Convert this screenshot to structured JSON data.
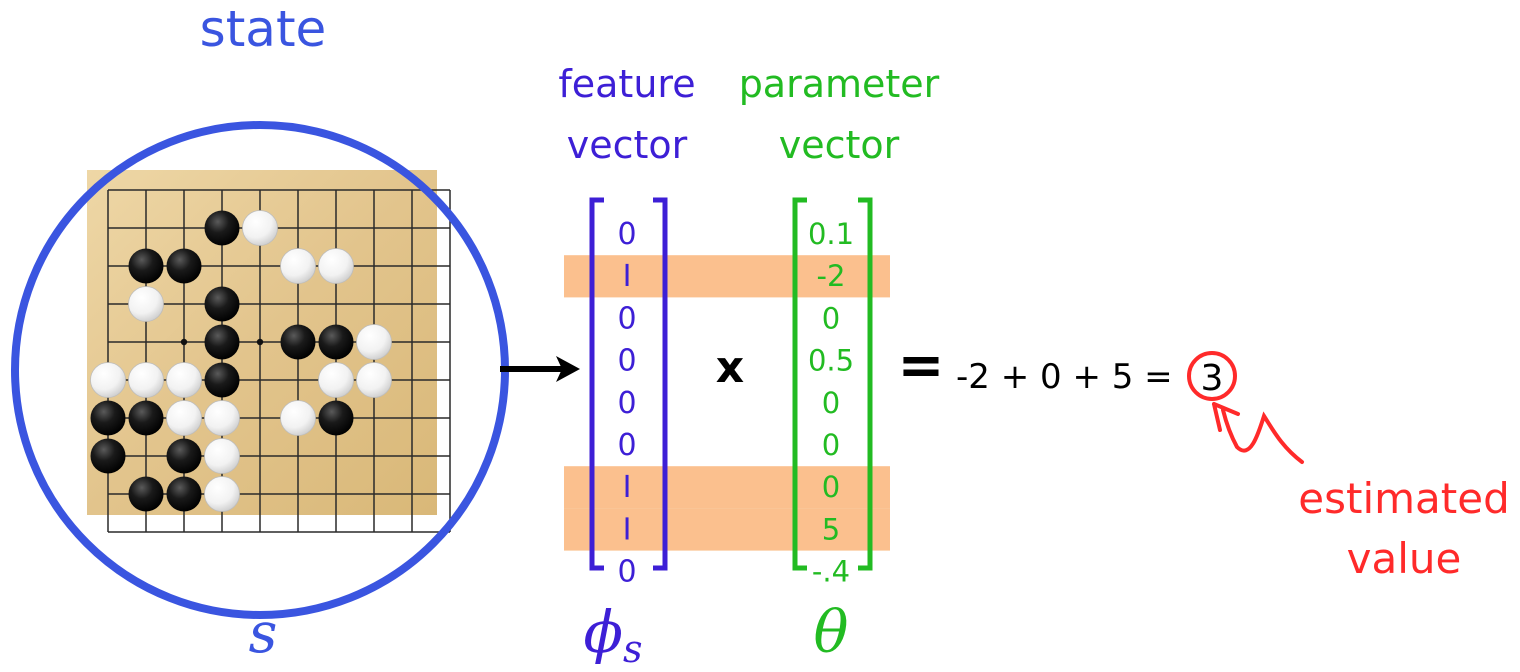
{
  "title": "state",
  "state_symbol": "s",
  "feature_header": [
    "feature",
    "vector"
  ],
  "parameter_header": [
    "parameter",
    "vector"
  ],
  "phi_symbol": "ϕ",
  "phi_subscript": "s",
  "theta_symbol": "θ",
  "multiply_sign": "x",
  "equals_sign": "=",
  "expression": "-2 + 0 + 5 =",
  "result": "3",
  "estimated_label": [
    "estimated",
    "value"
  ],
  "feature_vector": [
    "0",
    "I",
    "0",
    "0",
    "0",
    "0",
    "I",
    "I",
    "0"
  ],
  "parameter_vector": [
    "0.1",
    "-2",
    "0",
    "0.5",
    "0",
    "0",
    "0",
    "5",
    "-.4"
  ],
  "highlighted_rows": [
    1,
    6,
    7
  ],
  "colors": {
    "blue": "#3a55e0",
    "feature": "#3d1fd6",
    "green": "#22bb22",
    "red": "#ff2a2a",
    "highlight": "#fbc08e",
    "board": "#e4c994",
    "black": "#000000"
  },
  "board": {
    "lines": 10,
    "hoshi": [
      [
        2,
        4
      ],
      [
        4,
        4
      ],
      [
        6,
        4
      ]
    ],
    "black_stones": [
      [
        3,
        1
      ],
      [
        1,
        2
      ],
      [
        2,
        2
      ],
      [
        3,
        3
      ],
      [
        3,
        4
      ],
      [
        5,
        4
      ],
      [
        6,
        4
      ],
      [
        3,
        5
      ],
      [
        0,
        6
      ],
      [
        1,
        6
      ],
      [
        6,
        6
      ],
      [
        0,
        7
      ],
      [
        2,
        7
      ],
      [
        1,
        8
      ],
      [
        2,
        8
      ]
    ],
    "white_stones": [
      [
        4,
        1
      ],
      [
        5,
        2
      ],
      [
        6,
        2
      ],
      [
        1,
        3
      ],
      [
        7,
        4
      ],
      [
        0,
        5
      ],
      [
        1,
        5
      ],
      [
        2,
        5
      ],
      [
        6,
        5
      ],
      [
        7,
        5
      ],
      [
        2,
        6
      ],
      [
        3,
        6
      ],
      [
        5,
        6
      ],
      [
        3,
        7
      ],
      [
        3,
        8
      ]
    ]
  }
}
